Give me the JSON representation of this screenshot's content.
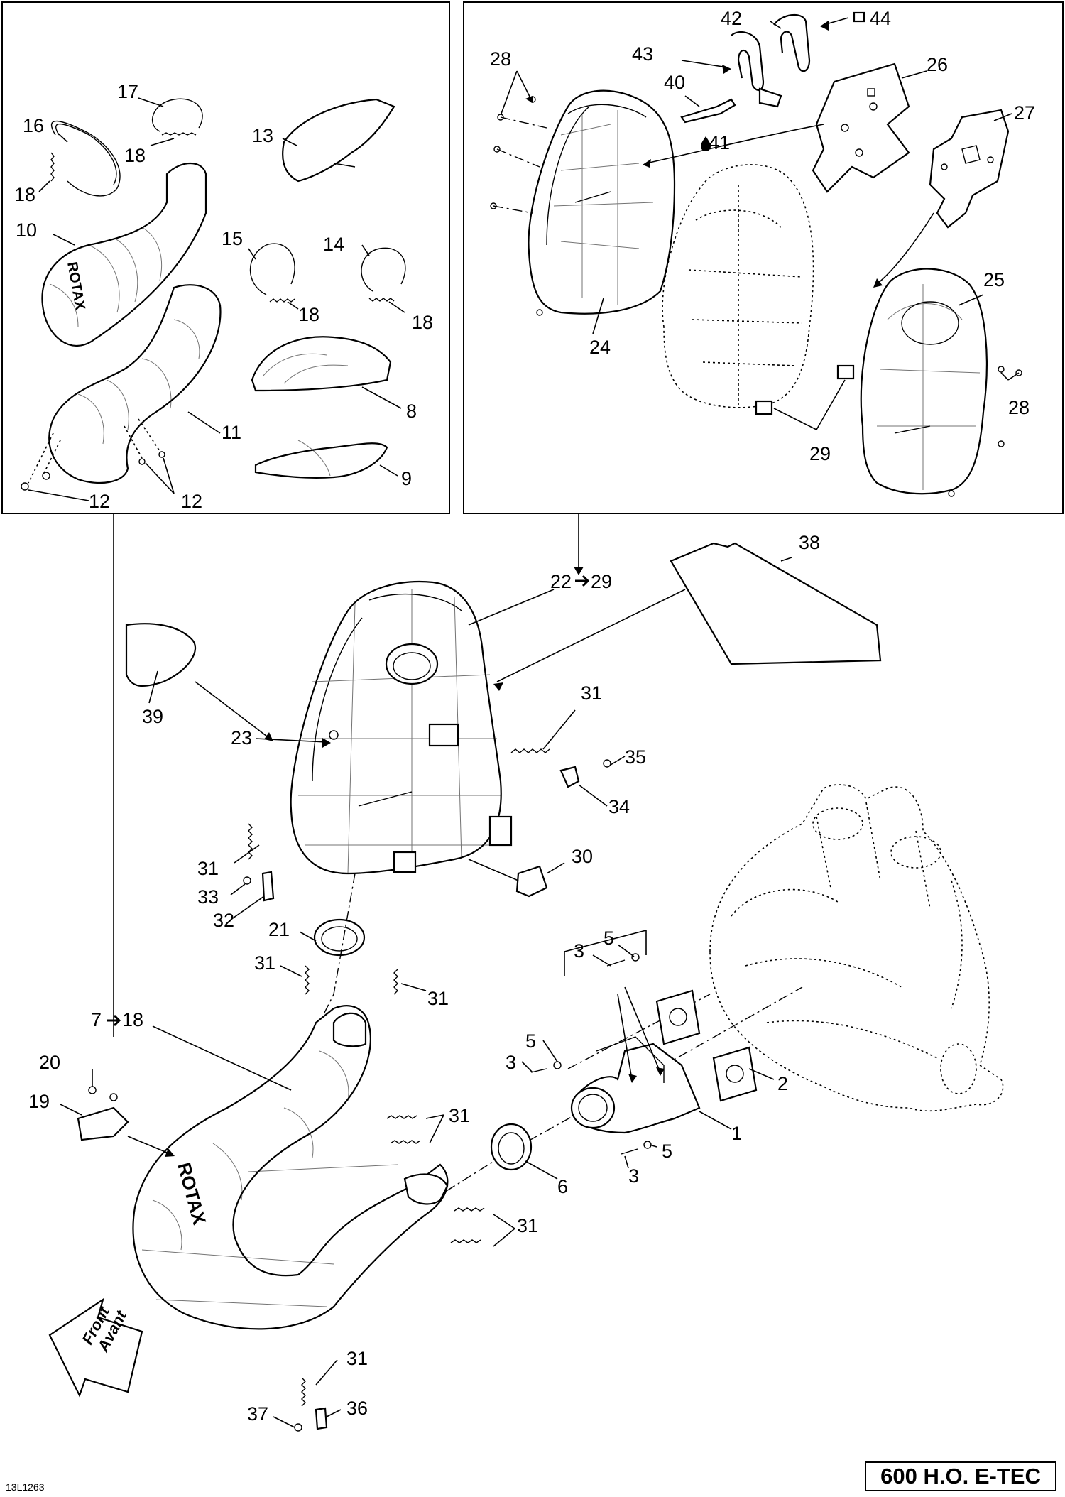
{
  "diagram": {
    "model": "600 H.O. E-TEC",
    "drawing_code": "13L1263",
    "brand_mark": "ROTAX",
    "direction_label": [
      "Front",
      "Avant"
    ],
    "callouts_inset_left": [
      "16",
      "17",
      "18",
      "18",
      "13",
      "10",
      "15",
      "14",
      "18",
      "18",
      "8",
      "11",
      "9",
      "12",
      "12"
    ],
    "callouts_inset_right": [
      "42",
      "44",
      "43",
      "40",
      "41",
      "28",
      "26",
      "27",
      "24",
      "25",
      "28",
      "29"
    ],
    "callouts_main": [
      "22",
      "29",
      "38",
      "39",
      "31",
      "23",
      "35",
      "34",
      "30",
      "31",
      "33",
      "32",
      "21",
      "31",
      "5",
      "3",
      "31",
      "7",
      "18",
      "20",
      "19",
      "5",
      "3",
      "2",
      "31",
      "1",
      "3",
      "5",
      "6",
      "31",
      "31",
      "36",
      "37"
    ]
  }
}
